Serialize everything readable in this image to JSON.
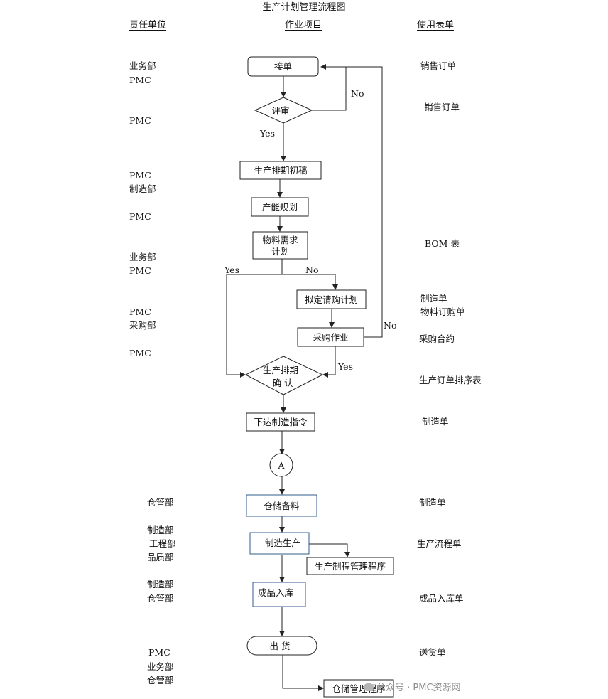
{
  "title": "生产计划管理流程图",
  "headers": {
    "dept": "责任单位",
    "task": "作业项目",
    "form": "使用表单"
  },
  "depts": [
    "业务部",
    "PMC",
    "PMC",
    "PMC",
    "制造部",
    "PMC",
    "业务部",
    "PMC",
    "PMC",
    "采购部",
    "PMC",
    "仓管部",
    "制造部",
    "工程部",
    "品质部",
    "制造部",
    "仓管部",
    "PMC",
    "业务部",
    "仓管部"
  ],
  "forms": [
    "销售订单",
    "销售订单",
    "BOM 表",
    "制造单",
    "物料订购单",
    "采购合约",
    "生产订单排序表",
    "制造单",
    "制造单",
    "生产流程单",
    "成品入库单",
    "送货单"
  ],
  "nodes": {
    "receive": "接单",
    "review": "评审",
    "draft": "生产排期初稿",
    "capacity": "产能规划",
    "mrp_line1": "物料需求",
    "mrp_line2": "计划",
    "purchase_plan": "拟定请购计划",
    "purchasing": "采购作业",
    "confirm_line1": "生产排期",
    "confirm_line2": "确  认",
    "issue": "下达制造指令",
    "connector": "A",
    "prepare": "仓储备料",
    "produce": "制造生产",
    "process_proc": "生产制程管理程序",
    "warehousing": "成品入库",
    "ship": "出    货",
    "storage_proc": "仓储管理程序"
  },
  "labels": {
    "yes1": "Yes",
    "no1": "No",
    "yes2": "Yes",
    "no2": "No",
    "no3": "No",
    "yes3": "Yes"
  },
  "watermark": "公众号 · PMC资源网"
}
